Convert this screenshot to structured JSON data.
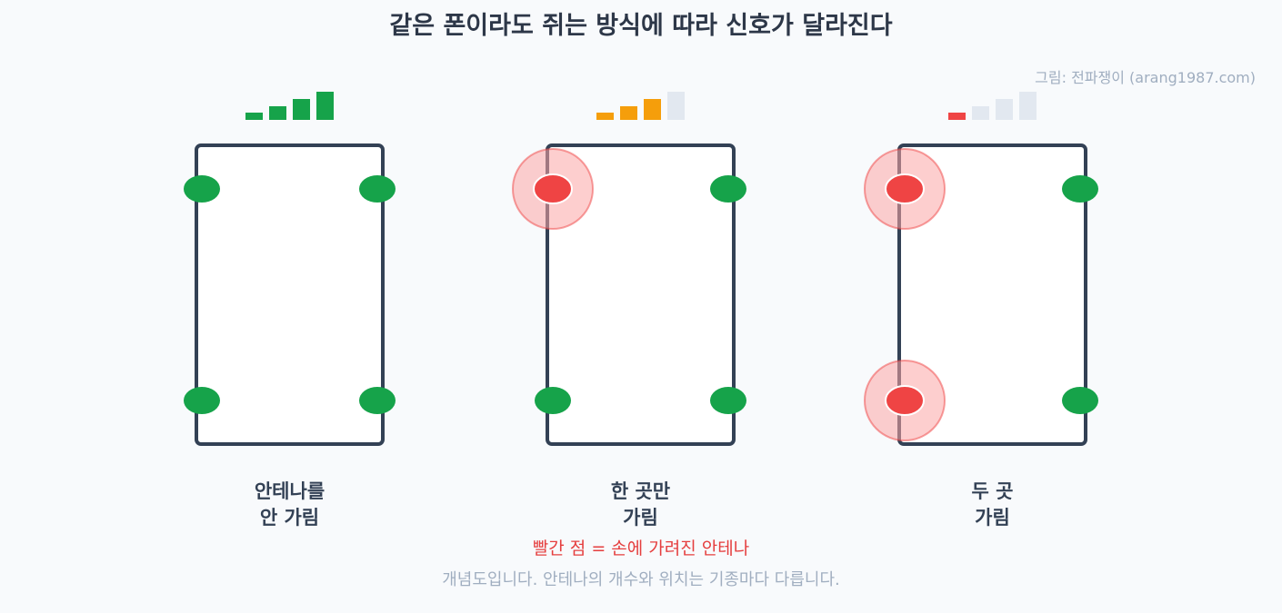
{
  "title": "같은 폰이라도 쥐는 방식에 따라 신호가 달라진다",
  "credit": "그림: 전파쟁이 (arang1987.com)",
  "legend": "빨간 점 = 손에 가려진 안테나",
  "footnote": "개념도입니다. 안테나의 개수와 위치는 기종마다 다릅니다.",
  "colors": {
    "antenna_open": "#16a34a",
    "antenna_covered": "#ef4444",
    "hand_halo": "#fca5a5",
    "signal_strong": "#16a34a",
    "signal_medium": "#f59e0b",
    "signal_weak": "#ef4444",
    "signal_empty": "#e2e8f0",
    "phone_outline": "#334155"
  },
  "panels": [
    {
      "label_lines": [
        "안테나를",
        "안 가림"
      ],
      "signal_bars_lit": 4,
      "signal_color": "signal_strong",
      "antennas": [
        {
          "position": "top-left",
          "covered": false
        },
        {
          "position": "top-right",
          "covered": false
        },
        {
          "position": "bottom-left",
          "covered": false
        },
        {
          "position": "bottom-right",
          "covered": false
        }
      ]
    },
    {
      "label_lines": [
        "한 곳만",
        "가림"
      ],
      "signal_bars_lit": 3,
      "signal_color": "signal_medium",
      "antennas": [
        {
          "position": "top-left",
          "covered": true
        },
        {
          "position": "top-right",
          "covered": false
        },
        {
          "position": "bottom-left",
          "covered": false
        },
        {
          "position": "bottom-right",
          "covered": false
        }
      ]
    },
    {
      "label_lines": [
        "두 곳",
        "가림"
      ],
      "signal_bars_lit": 1,
      "signal_color": "signal_weak",
      "antennas": [
        {
          "position": "top-left",
          "covered": true
        },
        {
          "position": "top-right",
          "covered": false
        },
        {
          "position": "bottom-left",
          "covered": true
        },
        {
          "position": "bottom-right",
          "covered": false
        }
      ]
    }
  ]
}
